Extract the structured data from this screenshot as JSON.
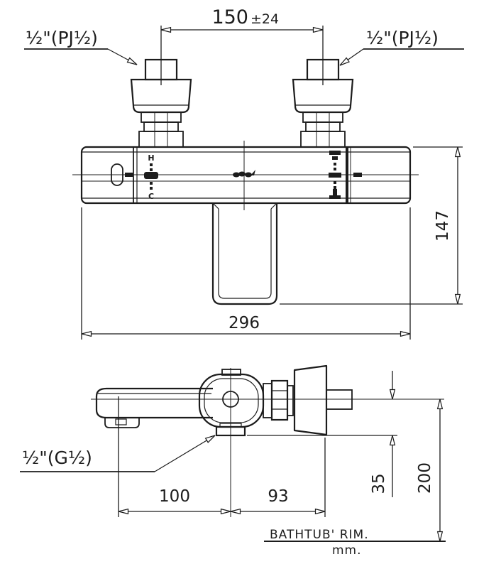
{
  "dimensions": {
    "inlet_pitch_value": "150",
    "inlet_pitch_tolerance": "±24",
    "body_width": "296",
    "body_height": "147",
    "spout_center_reach": "100",
    "center_to_wall": "93",
    "center_to_outlet": "35",
    "rim_to_center": "200"
  },
  "labels": {
    "left_inlet": "½\"(PJ½)",
    "right_inlet": "½\"(PJ½)",
    "shower_outlet": "½\"(G½)",
    "hot_mark": "H",
    "cold_mark": "C",
    "baseline": "BATHTUB' RIM.",
    "units": "mm."
  }
}
